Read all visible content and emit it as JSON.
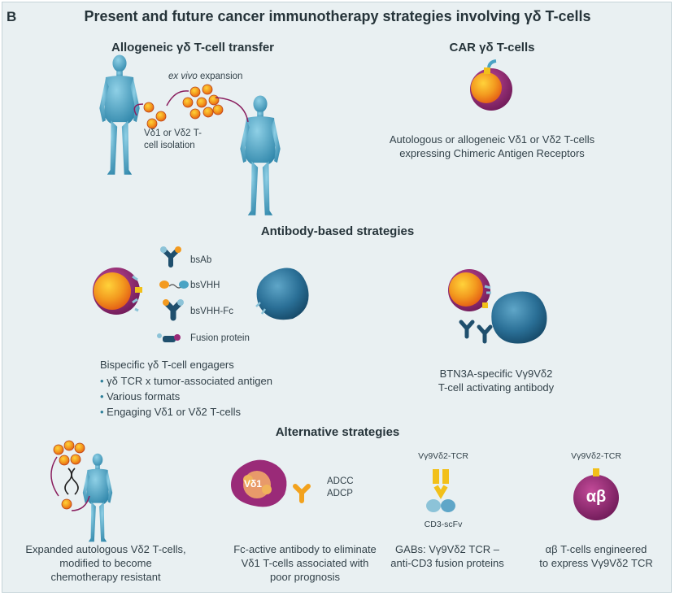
{
  "panel_letter": "B",
  "title": "Present and future cancer immunotherapy strategies involving γδ T-cells",
  "allogeneic": {
    "title": "Allogeneic γδ T-cell transfer",
    "expansion_italic": "ex vivo",
    "expansion_rest": " expansion",
    "isolation_line1": "Vδ1 or Vδ2 T-",
    "isolation_line2": "cell isolation"
  },
  "car": {
    "title": "CAR γδ T-cells",
    "caption_line1": "Autologous or allogeneic Vδ1 or Vδ2 T-cells",
    "caption_line2": "expressing Chimeric Antigen Receptors"
  },
  "antibody": {
    "title": "Antibody-based strategies",
    "formats": [
      "bsAb",
      "bsVHH",
      "bsVHH-Fc",
      "Fusion protein"
    ],
    "engager_heading": "Bispecific γδ T-cell engagers",
    "engager_bullets": [
      "γδ TCR x tumor-associated antigen",
      "Various formats",
      "Engaging Vδ1 or Vδ2 T-cells"
    ],
    "btn3a_line1": "BTN3A-specific Vγ9Vδ2",
    "btn3a_line2": "T-cell activating antibody"
  },
  "alternative": {
    "title": "Alternative strategies",
    "expanded_caption": [
      "Expanded autologous Vδ2 T-cells,",
      "modified to become",
      "chemotherapy resistant"
    ],
    "fc_cell_label": "Vδ1",
    "adcc": "ADCC",
    "adcp": "ADCP",
    "fc_caption": [
      "Fc-active antibody to eliminate",
      "Vδ1 T-cells associated with",
      "poor prognosis"
    ],
    "gab_tcr_label": "Vγ9Vδ2-TCR",
    "gab_scfv_label": "CD3-scFv",
    "gab_caption": [
      "GABs: Vγ9Vδ2 TCR –",
      "anti-CD3 fusion proteins"
    ],
    "ab_tcr_label": "Vγ9Vδ2-TCR",
    "ab_cell_label": "αβ",
    "ab_caption": [
      "αβ T-cells engineered",
      "to express Vγ9Vδ2 TCR"
    ]
  },
  "colors": {
    "panel": "#e9f0f2",
    "human": "#4aa3c4",
    "orange_cell": "#f39a1f",
    "tumor_cell": "#1d5f86",
    "purple": "#9a2a78",
    "yellow_tcr": "#f2c01a",
    "antibody_blue": "#1f4f6d",
    "antibody_light": "#8cc3d8"
  }
}
